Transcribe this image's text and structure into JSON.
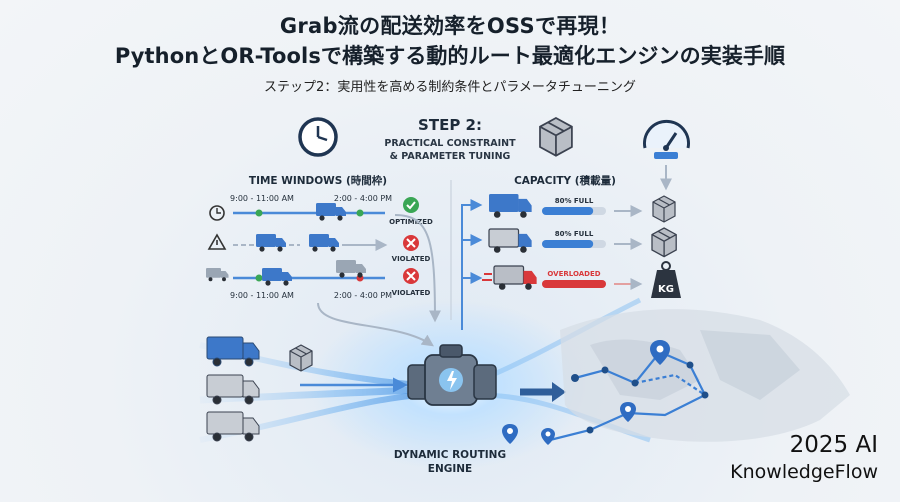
{
  "header": {
    "title_line1": "Grab流の配送効率をOSSで再現！",
    "title_line2": "PythonとOR-Toolsで構築する動的ルート最適化エンジンの実装手順",
    "subtitle": "ステップ2：実用性を高める制約条件とパラメータチューニング"
  },
  "step": {
    "label": "STEP 2:",
    "caption_line1": "PRACTICAL CONSTRAINT",
    "caption_line2": "& PARAMETER TUNING"
  },
  "time_windows": {
    "heading": "TIME WINDOWS (時間枠)",
    "rows": [
      {
        "start": "9:00 - 11:00 AM",
        "end": "2:00 - 4:00 PM",
        "status": "OPTIMIZED"
      },
      {
        "status": "VIOLATED"
      },
      {
        "start": "9:00 - 11:00 AM",
        "end": "2:00 - 4:00 PM",
        "status": "VIOLATED"
      }
    ]
  },
  "capacity": {
    "heading": "CAPACITY (積載量)",
    "rows": [
      {
        "label": "80% FULL",
        "fill": 0.8
      },
      {
        "label": "80% FULL",
        "fill": 0.8
      },
      {
        "label": "OVERLOADED",
        "fill": 1.0
      }
    ],
    "weight_label": "KG"
  },
  "engine": {
    "label_line1": "DYNAMIC ROUTING",
    "label_line2": "ENGINE"
  },
  "brand": {
    "line1": "2025 AI",
    "line2": "KnowledgeFlow"
  },
  "colors": {
    "accent": "#3b7fd4",
    "ok": "#3aa655",
    "bad": "#d9383a",
    "truck_blue": "#3d78c9",
    "truck_gray": "#9aa6b4"
  },
  "icons": [
    "clock-icon",
    "package-icon",
    "gauge-icon",
    "truck-icon",
    "warning-icon",
    "checkmark-icon",
    "cross-icon",
    "weight-icon",
    "map-pin-icon",
    "engine-icon"
  ]
}
